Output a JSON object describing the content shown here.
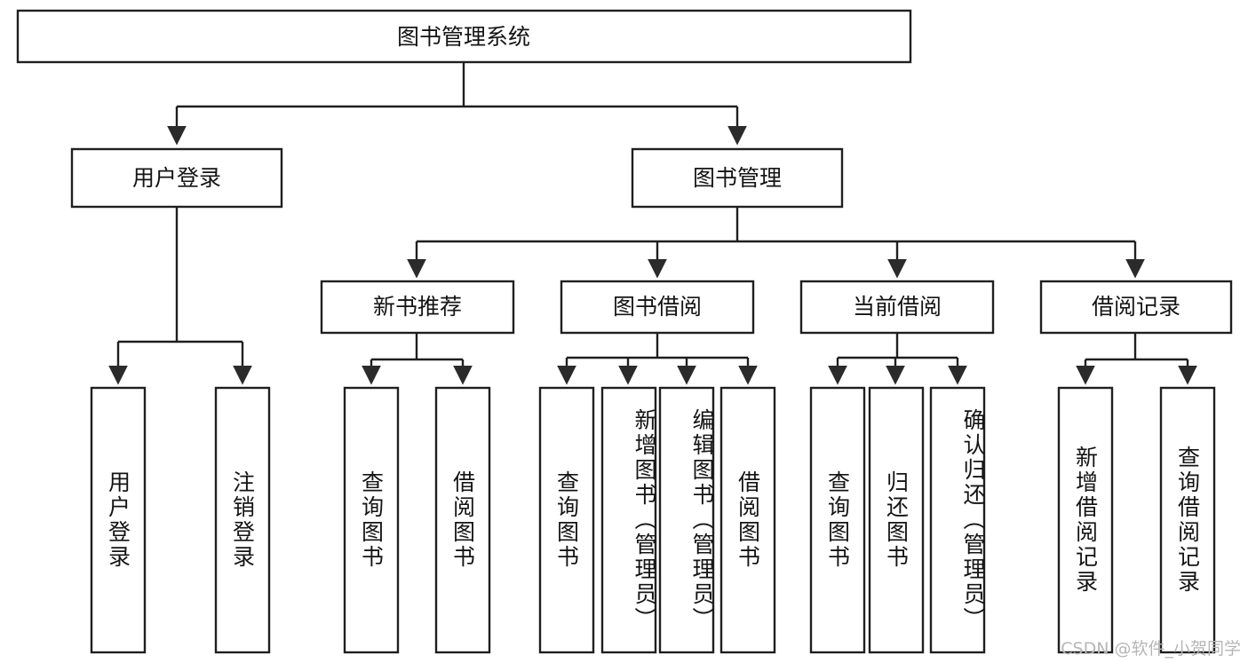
{
  "diagram": {
    "title": "图书管理系统",
    "type": "tree-hierarchy",
    "watermark": "CSDN @软件_小贺同学",
    "colors": {
      "box_stroke": "#1f1f1f",
      "box_fill": "#ffffff",
      "connector": "#1f1f1f",
      "text": "#141414",
      "watermark": "#b6b6b6",
      "background": "#ffffff"
    },
    "levels": {
      "root": {
        "label": "图书管理系统"
      },
      "level2": [
        {
          "label": "用户登录"
        },
        {
          "label": "图书管理"
        }
      ],
      "level3": [
        {
          "label": "新书推荐"
        },
        {
          "label": "图书借阅"
        },
        {
          "label": "当前借阅"
        },
        {
          "label": "借阅记录"
        }
      ],
      "leaves": {
        "user_login": [
          {
            "label": "用户登录"
          },
          {
            "label": "注销登录"
          }
        ],
        "new_book_recommend": [
          {
            "label": "查询图书"
          },
          {
            "label": "借阅图书"
          }
        ],
        "book_borrow": [
          {
            "label": "查询图书"
          },
          {
            "label": "新增图书（管理员）"
          },
          {
            "label": "编辑图书（管理员）"
          },
          {
            "label": "借阅图书"
          }
        ],
        "current_borrow": [
          {
            "label": "查询图书"
          },
          {
            "label": "归还图书"
          },
          {
            "label": "确认归还（管理员）"
          }
        ],
        "borrow_records": [
          {
            "label": "新增借阅记录"
          },
          {
            "label": "查询借阅记录"
          }
        ]
      }
    }
  }
}
